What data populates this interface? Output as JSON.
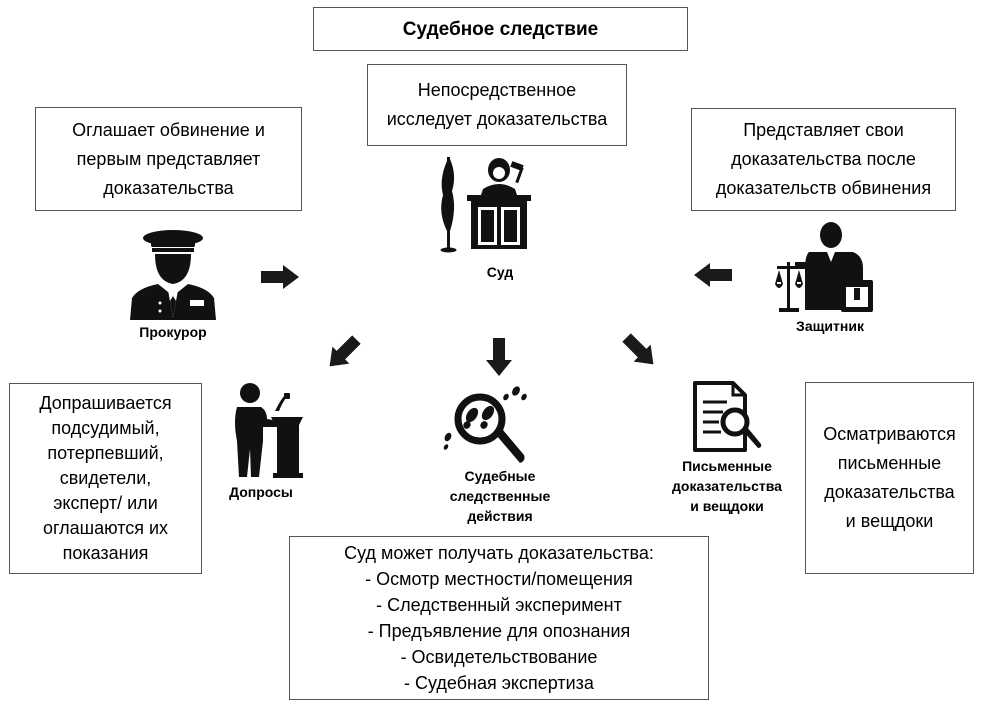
{
  "title": "Судебное следствие",
  "court_box": {
    "lines": [
      "Непосредственное",
      "исследует доказательства"
    ]
  },
  "prosecutor_box": {
    "lines": [
      "Оглашает обвинение и",
      "первым представляет",
      "доказательства"
    ]
  },
  "defender_box": {
    "lines": [
      "Представляет свои",
      "доказательства после",
      "доказательств обвинения"
    ]
  },
  "interrogation_box": {
    "lines": [
      "Допрашивается",
      "подсудимый,",
      "потерпевший,",
      "свидетели,",
      "эксперт/ или",
      "оглашаются их",
      "показания"
    ]
  },
  "documents_box": {
    "lines": [
      "Осматриваются",
      "письменные",
      "доказательства",
      "и вещдоки"
    ]
  },
  "evidence_box": {
    "lines": [
      "Суд может получать доказательства:",
      "- Осмотр местности/помещения",
      "- Следственный эксперимент",
      "- Предъявление для опознания",
      "- Освидетельствование",
      "- Судебная экспертиза"
    ]
  },
  "labels": {
    "prosecutor": "Прокурор",
    "court": "Суд",
    "defender": "Защитник",
    "interrogations": "Допросы",
    "investigative_actions": [
      "Судебные",
      "следственные",
      "действия"
    ],
    "written_evidence": [
      "Письменные",
      "доказательства",
      "и вещдоки"
    ]
  },
  "icons": {
    "prosecutor": "prosecutor-officer-icon",
    "court": "judge-at-bench-icon",
    "defender": "lawyer-with-scales-icon",
    "interrogations": "speaker-at-podium-icon",
    "investigative_actions": "magnifier-footprints-icon",
    "written_evidence": "document-magnifier-icon"
  },
  "colors": {
    "border": "#555555",
    "icon": "#111111",
    "arrow": "#1a1a1a"
  }
}
